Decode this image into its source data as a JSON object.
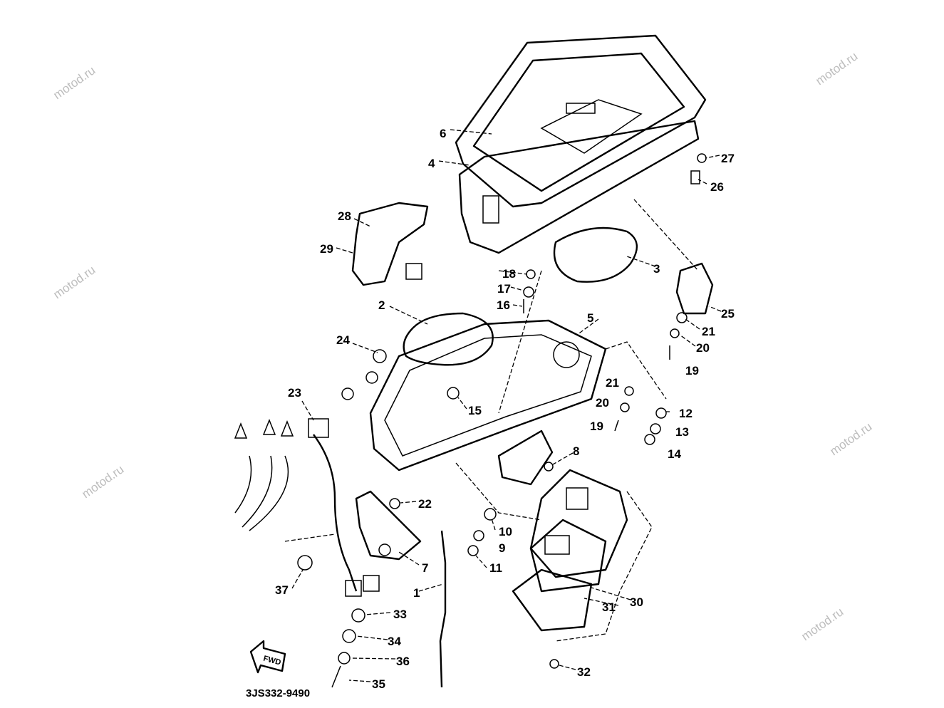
{
  "diagram": {
    "code": "3JS332-9490",
    "direction_marker": "FWD",
    "watermark": "motod.ru",
    "callouts": [
      "1",
      "2",
      "3",
      "4",
      "5",
      "6",
      "7",
      "8",
      "9",
      "10",
      "11",
      "12",
      "13",
      "14",
      "15",
      "16",
      "17",
      "18",
      "19",
      "19",
      "20",
      "20",
      "21",
      "21",
      "22",
      "23",
      "24",
      "25",
      "26",
      "27",
      "28",
      "29",
      "30",
      "31",
      "32",
      "33",
      "34",
      "35",
      "36",
      "37"
    ]
  }
}
